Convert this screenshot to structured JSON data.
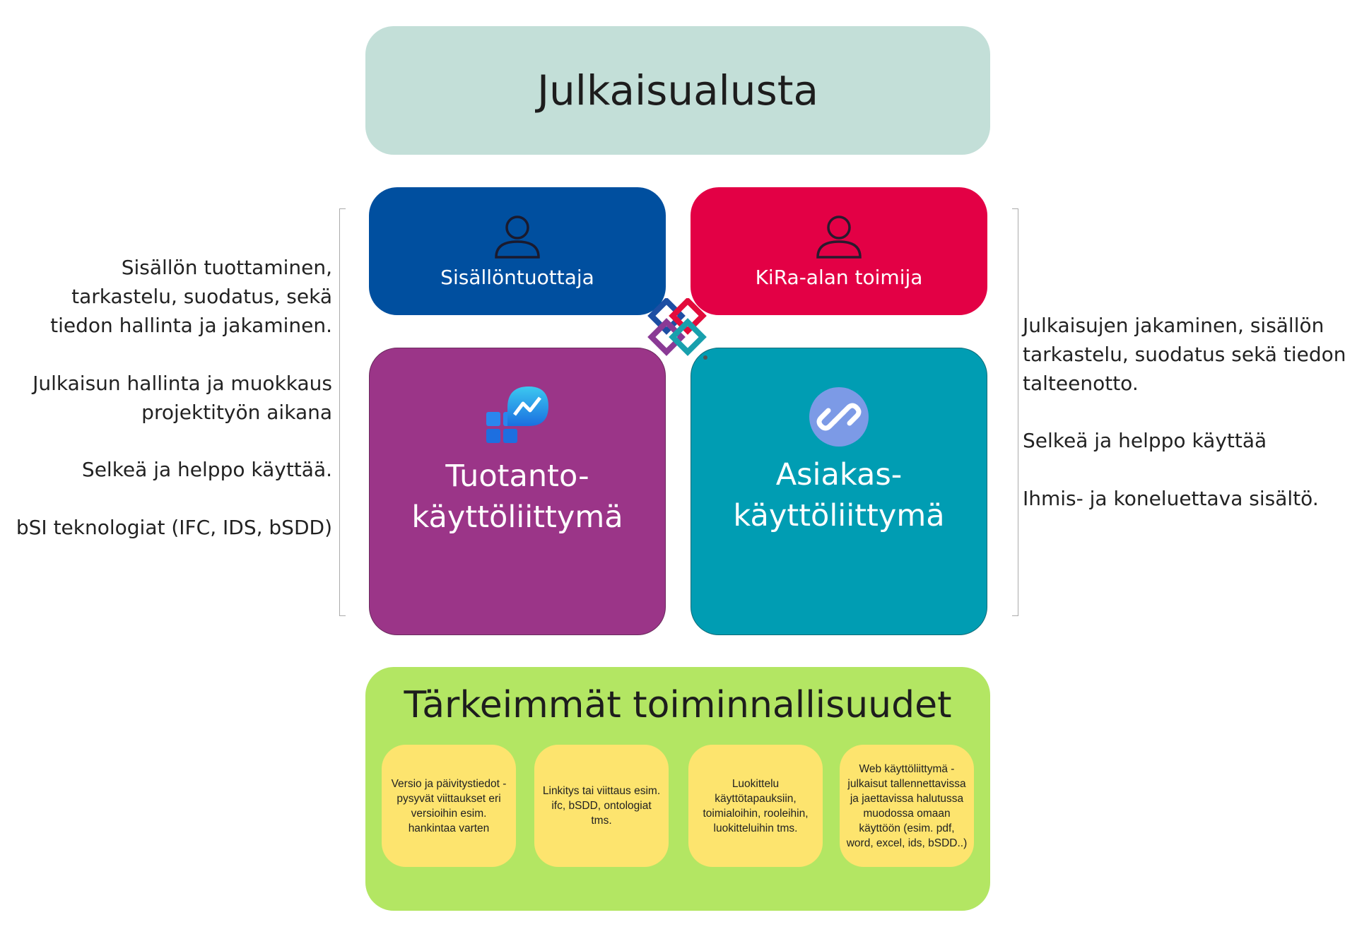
{
  "title": "Julkaisualusta",
  "roles": {
    "producer": "Sisällöntuottaja",
    "actor": "KiRa-alan toimija"
  },
  "interfaces": {
    "production": [
      "Tuotanto-",
      "käyttöliittymä"
    ],
    "client": [
      "Asiakas-",
      "käyttöliittymä"
    ]
  },
  "left_text": [
    "Sisällön tuottaminen,",
    "tarkastelu, suodatus, sekä",
    "tiedon hallinta ja jakaminen.",
    "Julkaisun hallinta ja muokkaus",
    "projektityön aikana",
    "Selkeä ja helppo käyttää.",
    "bSI teknologiat (IFC, IDS, bSDD)"
  ],
  "right_text": [
    "Julkaisujen jakaminen, sisällön",
    "tarkastelu, suodatus sekä tiedon",
    "talteenotto.",
    "Selkeä ja helppo käyttää",
    "Ihmis- ja koneluettava sisältö."
  ],
  "features": {
    "title": "Tärkeimmät toiminnallisuudet",
    "items": [
      "Versio ja päivitystiedot - pysyvät viittaukset eri versioihin esim. hankintaa varten",
      "Linkitys tai viittaus esim. ifc, bSDD, ontologiat tms.",
      "Luokittelu käyttötapauksiin, toimialoihin, rooleihin, luokitteluihin tms.",
      "Web käyttöliittymä - julkaisut tallennettavissa ja jaettavissa halutussa muodossa omaan käyttöön (esim. pdf, word, excel, ids, bSDD..)"
    ]
  },
  "colors": {
    "title_bg": "#c3dfd8",
    "producer": "#004f9f",
    "actor": "#e30045",
    "production": "#9b3588",
    "client": "#009db3",
    "features_bg": "#b3e663",
    "feature_item": "#fde46e"
  }
}
